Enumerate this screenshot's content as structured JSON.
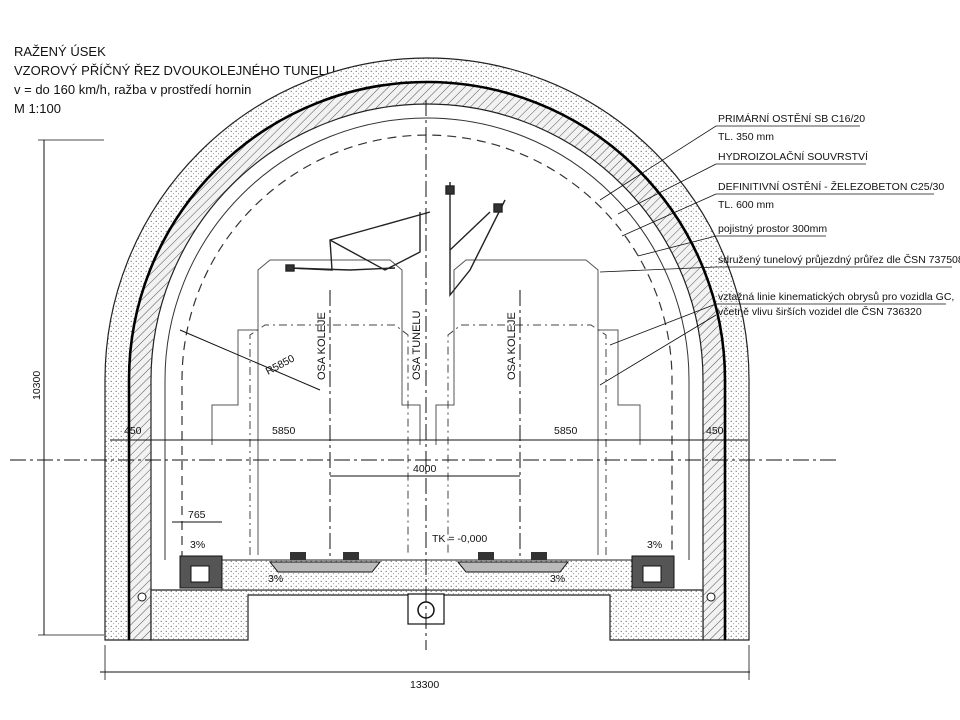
{
  "header": {
    "line1": "RAŽENÝ ÚSEK",
    "line2": "VZOROVÝ PŘÍČNÝ ŘEZ DVOUKOLEJNÉHO TUNELU",
    "line3": "v =  do 160 km/h, ražba v prostředí hornin",
    "line4": "M 1:100"
  },
  "callouts": [
    "PRIMÁRNÍ OSTĚNÍ SB C16/20",
    "TL. 350 mm",
    "HYDROIZOLAČNÍ SOUVRSTVÍ",
    "DEFINITIVNÍ OSTĚNÍ - ŽELEZOBETON C25/30",
    "TL. 600 mm",
    "pojistný prostor 300mm",
    "sdružený tunelový průjezdný průřez dle ČSN 737508",
    "vztažná linie kinematických obrysů pro vozidla GC,",
    "včetně vlivu širších vozidel dle ČSN 736320"
  ],
  "dimensions": {
    "radius": "R5850",
    "left_span": "5850",
    "right_span": "5850",
    "left_offset": "450",
    "right_offset": "450",
    "track_spacing": "4000",
    "walkway": "765",
    "slope_left": "3%",
    "slope_right": "3%",
    "slope_bottom_left": "3%",
    "slope_bottom_right": "3%",
    "height": "10300",
    "width": "13300",
    "rail_level": "TK = -0,000"
  },
  "axes": {
    "left_track": "OSA KOLEJE",
    "tunnel": "OSA TUNELU",
    "right_track": "OSA KOLEJE"
  }
}
